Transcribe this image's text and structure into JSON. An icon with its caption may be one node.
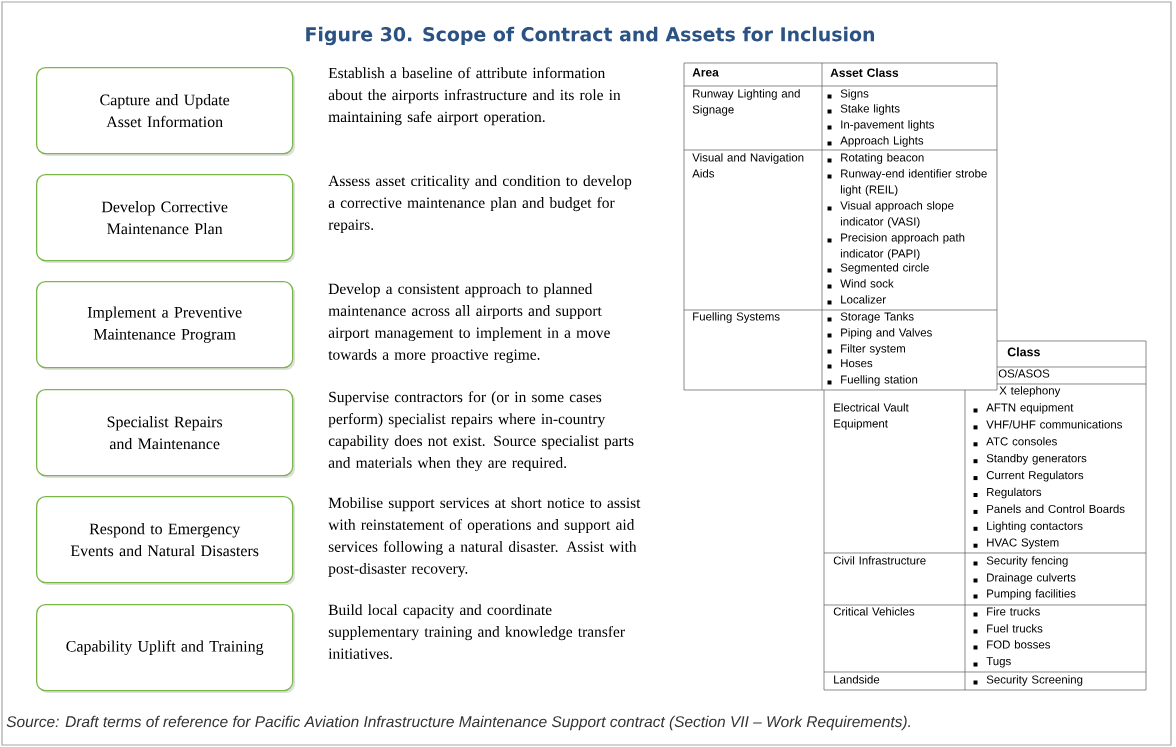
{
  "diagram": {
    "title": "Figure 30. Scope of Contract and Assets for Inclusion",
    "caption": "Source: Draft terms of reference for Pacific Aviation Infrastructure Maintenance Support contract (Section VII – Work Requirements).",
    "nodes": [
      {
        "text": [
          "Capture and Update Asset Information"
        ],
        "beside": [
          "Establish a baseline of attribute information about the airports infrastructure and its role in maintaining safe airport operation."
        ]
      },
      {
        "text": [
          "Develop Corrective Maintenance Plan"
        ],
        "beside": [
          "Assess asset criticality and condition to develop a corrective maintenance plan and budget for repairs."
        ]
      },
      {
        "text": [
          "Implement a Preventive Maintenance Program"
        ],
        "beside": [
          "Develop a consistent approach to planned maintenance across all airports and support airport management to implement in a move towards a more proactive regime."
        ]
      },
      {
        "text": [
          "Specialist Repairs and Maintenance"
        ],
        "beside": [
          "Supervise contractors for (or in some cases perform) specialist repairs where in-country capability does not exist. Source specialist parts and materials when they are required."
        ]
      },
      {
        "text": [
          "Respond to Emergency Events and Natural Disasters"
        ],
        "beside": [
          "Mobilise support services at short notice to assist with reinstatement of operations and support aid services following a natural disaster. Assist with post-disaster recovery."
        ]
      },
      {
        "text": [
          "Capability Uplift and Training"
        ],
        "beside": [
          "Build local capacity and coordinate supplementary training and knowledge transfer initiatives."
        ]
      }
    ],
    "labels": [
      "Area",
      "Asset Class",
      "Runway Lighting and Signage",
      "Signs",
      "Stake lights",
      "In-pavement lights",
      "Approach Lights",
      "Visual and Navigation Aids",
      "Rotating beacon",
      "Runway-end identifier strobe light (REIL)",
      "Visual approach slope indicator (VASI)",
      "Precision approach path indicator (PAPI)",
      "Segmented circle",
      "Wind sock",
      "Localizer",
      "Fuelling Systems",
      "Storage Tanks",
      "Piping and Valves",
      "Filter system",
      "Hoses",
      "Fuelling station",
      "Class",
      "OS/ASOS",
      "X telephony",
      "Electrical Vault Equipment",
      "AFTN equipment",
      "VHF/UHF communications",
      "ATC consoles",
      "Standby generators",
      "Current Regulators",
      "Regulators",
      "Panels and Control Boards",
      "Lighting contactors",
      "HVAC System",
      "Civil Infrastructure",
      "Security fencing",
      "Drainage culverts",
      "Pumping facilities",
      "Critical Vehicles",
      "Fire trucks",
      "Fuel trucks",
      "FOD bosses",
      "Tugs",
      "Landside",
      "Security Screening"
    ]
  }
}
